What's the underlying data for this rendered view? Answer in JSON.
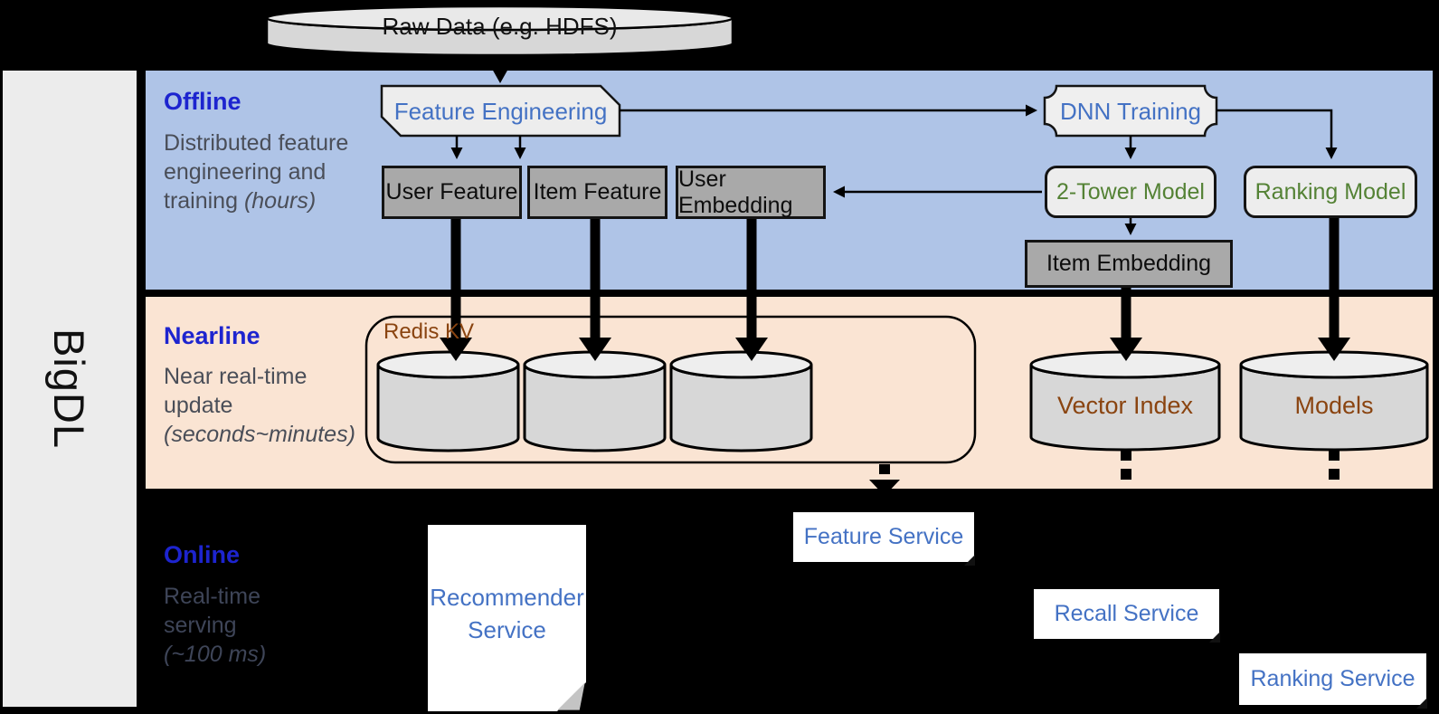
{
  "sidebar": {
    "brand": "BigDL"
  },
  "raw_data": {
    "label": "Raw Data (e.g. HDFS)"
  },
  "bands": {
    "offline": {
      "label": "Offline",
      "desc": "Distributed feature engineering and training ",
      "desc_paren": "(hours)"
    },
    "nearline": {
      "label": "Nearline",
      "desc": "Near real-time update ",
      "desc_paren": "(seconds~minutes)"
    },
    "online": {
      "label": "Online",
      "desc": "Real-time serving ",
      "desc_paren": "(~100 ms)"
    }
  },
  "offline": {
    "feature_engineering": "Feature Engineering",
    "dnn_training": "DNN Training",
    "user_feature": "User Feature",
    "item_feature": "Item Feature",
    "user_embedding": "User Embedding",
    "two_tower_model": "2-Tower Model",
    "ranking_model": "Ranking Model",
    "item_embedding": "Item Embedding"
  },
  "nearline": {
    "redis_kv": "Redis KV",
    "vector_index": "Vector Index",
    "models": "Models"
  },
  "online": {
    "recommender_service": "Recommender Service",
    "feature_service": "Feature Service",
    "recall_service": "Recall Service",
    "ranking_service": "Ranking Service"
  },
  "colors": {
    "offline_band": "#afc4e7",
    "nearline_band": "#fae4d3",
    "online_band": "#000000",
    "section_label_blue": "#1d24cf",
    "service_text_blue": "#4472c4",
    "model_text_green": "#548235",
    "storage_text_brown": "#8a4410",
    "description_gray": "#4a4e58",
    "feature_box_gray": "#a9a9a9",
    "shape_light_gray": "#ededed",
    "sidebar_gray": "#ececec"
  }
}
